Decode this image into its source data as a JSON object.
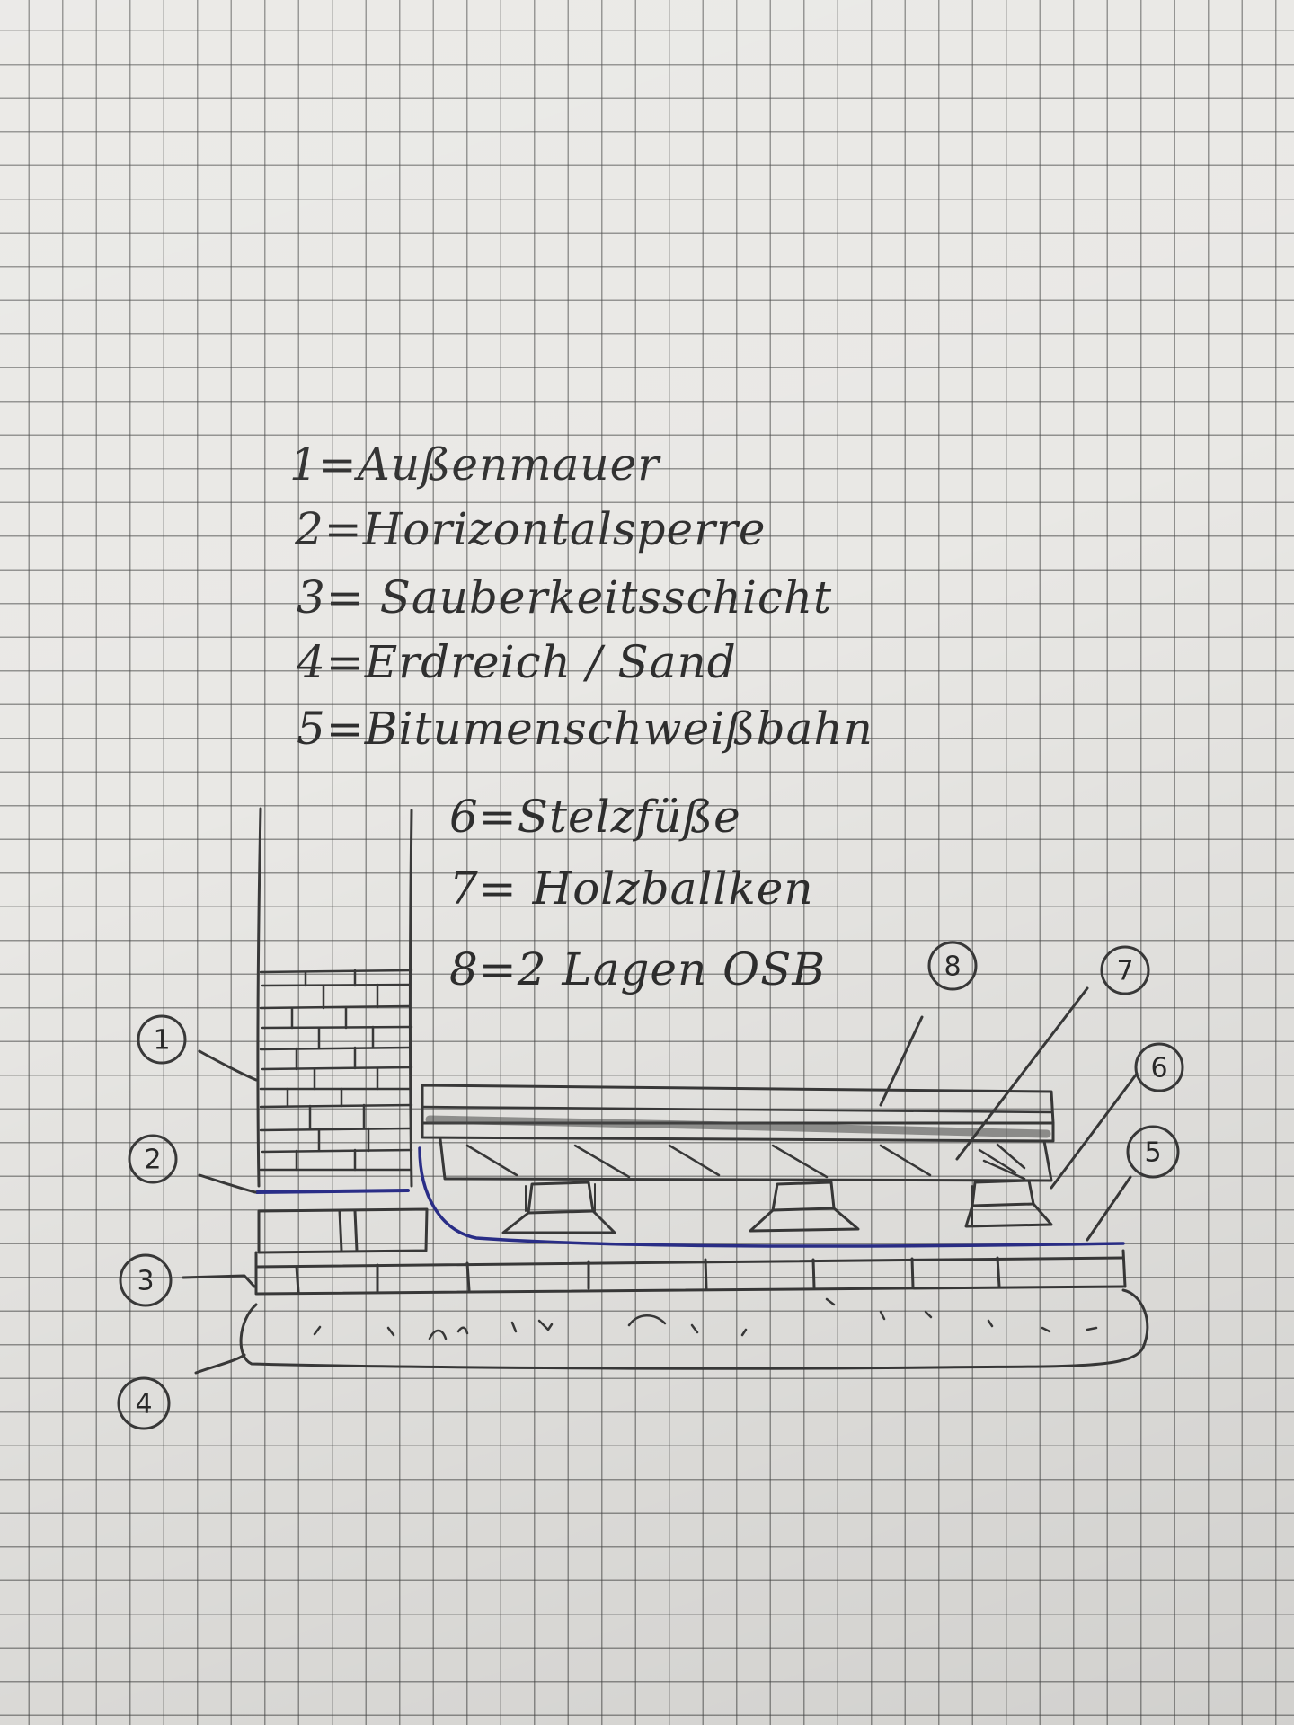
{
  "legend": [
    {
      "number": "1",
      "text": "1=Außenmauer"
    },
    {
      "number": "2",
      "text": "2=Horizontalsperre"
    },
    {
      "number": "3",
      "text": "3= Sauberkeitsschicht"
    },
    {
      "number": "4",
      "text": "4=Erdreich / Sand"
    },
    {
      "number": "5",
      "text": "5=Bitumenschweißbahn"
    },
    {
      "number": "6",
      "text": "6=Stelzfüße"
    },
    {
      "number": "7",
      "text": "7= Holzballken"
    },
    {
      "number": "8",
      "text": "8=2 Lagen OSB"
    }
  ],
  "callouts": [
    "1",
    "2",
    "3",
    "4",
    "5",
    "6",
    "7",
    "8"
  ],
  "colors": {
    "paper": "#e9e8e5",
    "grid": "#5a5a5a",
    "pencil": "#3a3a3a",
    "membrane": "#2b2f8c"
  }
}
